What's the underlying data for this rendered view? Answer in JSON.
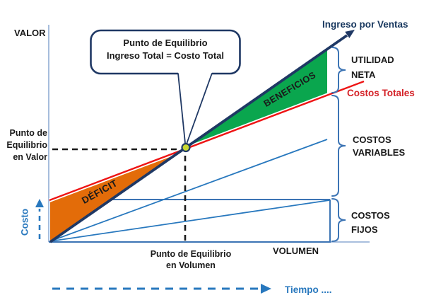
{
  "diagram": {
    "valor_axis": "VALOR",
    "volumen_axis": "VOLUMEN",
    "costo_axis": "Costo",
    "tiempo_label": "Tiempo ....",
    "ingreso_line_label": "Ingreso por Ventas",
    "costos_totales_label": "Costos Totales",
    "callout": {
      "line1": "Punto de Equilibrio",
      "line2": "Ingreso Total = Costo Total"
    },
    "utilidad_neta": {
      "line1": "UTILIDAD",
      "line2": "NETA"
    },
    "costos_variables": {
      "line1": "COSTOS",
      "line2": "VARIABLES"
    },
    "costos_fijos": {
      "line1": "COSTOS",
      "line2": "FIJOS"
    },
    "beneficios_area": "BENEFICIOS",
    "deficit_area": "DÉFICIT",
    "pe_valor": {
      "line1": "Punto de",
      "line2": "Equilibrio",
      "line3": "en Valor"
    },
    "pe_volumen": {
      "line1": "Punto de Equilibrio",
      "line2": "en Volumen"
    }
  },
  "colors": {
    "navy": "#1F3864",
    "navytext": "#17375E",
    "red": "#EE1414",
    "redtext": "#D42127",
    "green": "#0AA64E",
    "orange": "#E36C09",
    "steel": "#3C74B4",
    "axis": "#9DB6D9",
    "blue": "#2878BE",
    "dot": "#C8D831",
    "ink": "#1A1A1A"
  }
}
